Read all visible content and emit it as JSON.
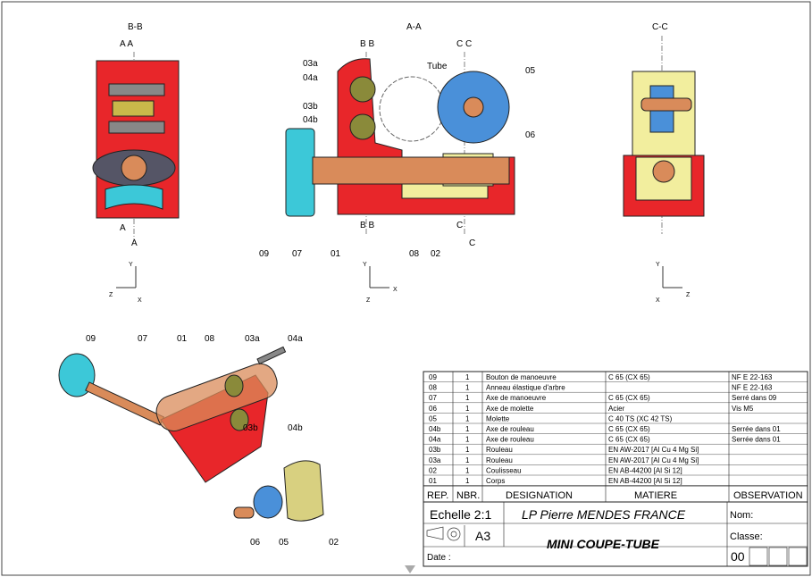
{
  "views": {
    "bb": {
      "title": "B-B",
      "cut_top": "A A",
      "cut_bot": "A",
      "cut_bot2": "A"
    },
    "aa": {
      "title": "A-A",
      "tube": "Tube",
      "b_top": "B  B",
      "c_top": "C  C",
      "b_bot": "B  B",
      "c_bot": "C",
      "c_bot2": "C"
    },
    "cc": {
      "title": "C-C"
    }
  },
  "callouts": {
    "c03a": "03a",
    "c04a": "04a",
    "c03b": "03b",
    "c04b": "04b",
    "c05": "05",
    "c06": "06",
    "c09": "09",
    "c07": "07",
    "c01": "01",
    "c08": "08",
    "c02": "02",
    "e09": "09",
    "e07": "07",
    "e01": "01",
    "e08": "08",
    "e03a": "03a",
    "e04a": "04a",
    "e03b": "03b",
    "e04b": "04b",
    "e06": "06",
    "e05": "05",
    "e02": "02"
  },
  "axes": {
    "y": "Y",
    "z": "Z",
    "x": "X"
  },
  "bom": {
    "rows": [
      {
        "rep": "09",
        "nbr": "1",
        "des": "Bouton de manoeuvre",
        "mat": "C 65 (CX 65)",
        "obs": "NF E 22-163"
      },
      {
        "rep": "08",
        "nbr": "1",
        "des": "Anneau élastique d'arbre",
        "mat": "",
        "obs": "NF E 22-163"
      },
      {
        "rep": "07",
        "nbr": "1",
        "des": "Axe de manoeuvre",
        "mat": "C 65 (CX 65)",
        "obs": "Serré dans 09"
      },
      {
        "rep": "06",
        "nbr": "1",
        "des": "Axe de molette",
        "mat": "Acier",
        "obs": "Vis M5"
      },
      {
        "rep": "05",
        "nbr": "1",
        "des": "Molette",
        "mat": "C 40 TS (XC 42 TS)",
        "obs": ""
      },
      {
        "rep": "04b",
        "nbr": "1",
        "des": "Axe de rouleau",
        "mat": "C 65 (CX 65)",
        "obs": "Serrée dans 01"
      },
      {
        "rep": "04a",
        "nbr": "1",
        "des": "Axe de rouleau",
        "mat": "C 65 (CX 65)",
        "obs": "Serrée dans 01"
      },
      {
        "rep": "03b",
        "nbr": "1",
        "des": "Rouleau",
        "mat": "EN AW-2017 [Al Cu 4 Mg Si]",
        "obs": ""
      },
      {
        "rep": "03a",
        "nbr": "1",
        "des": "Rouleau",
        "mat": "EN AW-2017 [Al Cu 4 Mg Si]",
        "obs": ""
      },
      {
        "rep": "02",
        "nbr": "1",
        "des": "Coulisseau",
        "mat": "EN AB-44200 [Al Si 12]",
        "obs": ""
      },
      {
        "rep": "01",
        "nbr": "1",
        "des": "Corps",
        "mat": "EN AB-44200 [Al Si 12]",
        "obs": ""
      }
    ],
    "headers": {
      "rep": "REP.",
      "nbr": "NBR.",
      "des": "DESIGNATION",
      "mat": "MATIERE",
      "obs": "OBSERVATION"
    }
  },
  "title_block": {
    "scale": "Echelle 2:1",
    "school": "LP Pierre MENDES FRANCE",
    "nom": "Nom:",
    "format": "A3",
    "title": "MINI COUPE-TUBE",
    "classe": "Classe:",
    "date": "Date :",
    "num": "00"
  },
  "colors": {
    "red": "#e8262a",
    "blue": "#4a90d9",
    "orange": "#d98b5a",
    "yellow": "#f2ee9e",
    "olive": "#8a8a3a",
    "cyan": "#3cc8d8"
  }
}
